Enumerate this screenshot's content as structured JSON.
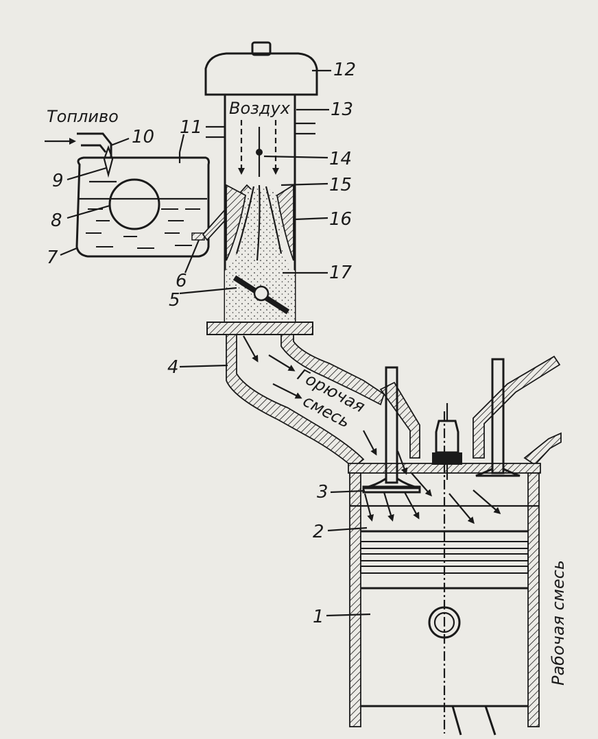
{
  "labels": {
    "fuel": "Топливо",
    "air": "Воздух",
    "combustible_mixture_1": "Горючая",
    "combustible_mixture_2": "смесь",
    "working_mixture": "Рабочая смесь"
  },
  "part_numbers": [
    "1",
    "2",
    "3",
    "4",
    "5",
    "6",
    "7",
    "8",
    "9",
    "10",
    "11",
    "12",
    "13",
    "14",
    "15",
    "16",
    "17"
  ],
  "colors": {
    "ink": "#1a1a1a",
    "paper": "#ecebe6"
  }
}
